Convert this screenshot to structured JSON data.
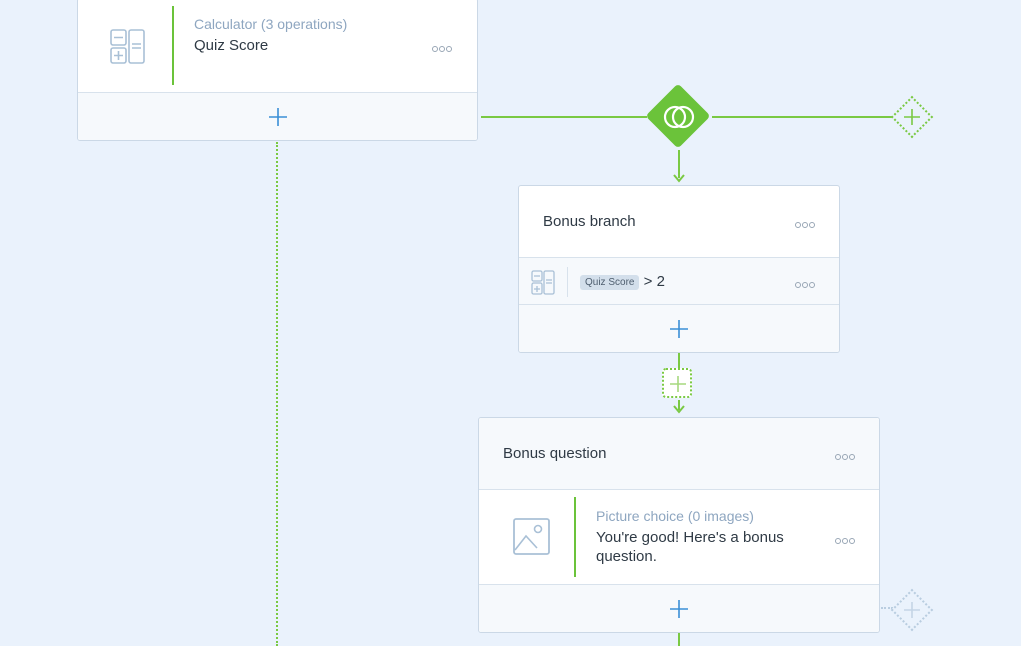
{
  "calculator_card": {
    "subtitle": "Calculator (3 operations)",
    "title": "Quiz Score"
  },
  "branch_card": {
    "title": "Bonus branch",
    "condition_variable": "Quiz Score",
    "condition_rest": "> 2"
  },
  "question_card": {
    "title": "Bonus question",
    "subtitle": "Picture choice (0 images)",
    "body": "You're good! Here's a bonus question."
  },
  "colors": {
    "background": "#eaf2fc",
    "accent_green": "#7ac943",
    "plus_blue": "#3a8fd6"
  }
}
